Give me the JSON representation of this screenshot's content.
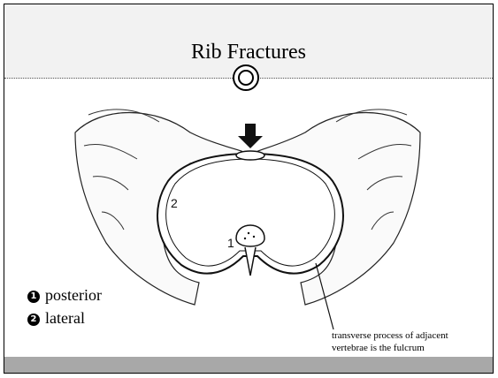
{
  "slide": {
    "title": "Rib Fractures",
    "bullets": [
      {
        "marker": "1",
        "text": "posterior"
      },
      {
        "marker": "2",
        "text": "lateral"
      }
    ],
    "illustration": {
      "label_1": "1",
      "label_2": "2"
    },
    "callout_text": "transverse process of adjacent vertebrae is the fulcrum"
  }
}
